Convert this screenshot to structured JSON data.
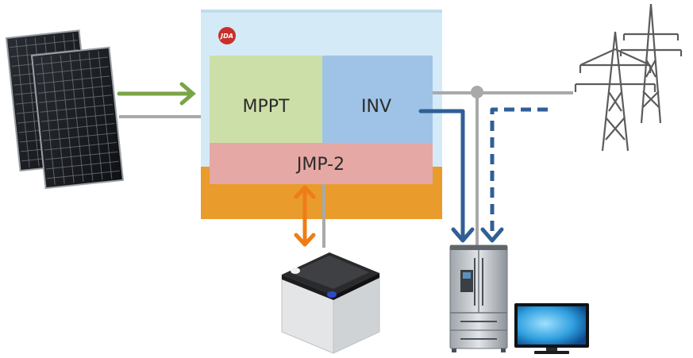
{
  "diagram": {
    "logo_text": "JDA",
    "blocks": {
      "mppt": "MPPT",
      "inv": "INV",
      "jmp": "JMP-2"
    },
    "colors": {
      "device_frame": "#d4eaf6",
      "mppt": "#cddfa9",
      "inv": "#9fc3e6",
      "jmp": "#e5a8a5",
      "base": "#e99b2c",
      "logo": "#c8302a",
      "solar_arrow": "#7aa544",
      "battery_arrow": "#f07c17",
      "load_arrow": "#2f5f96",
      "wire": "#a9a9a9"
    },
    "icons": {
      "solar": "solar-panel-icon",
      "tower": "transmission-tower-icon",
      "battery": "battery-icon",
      "fridge": "refrigerator-icon",
      "monitor": "monitor-icon"
    }
  }
}
